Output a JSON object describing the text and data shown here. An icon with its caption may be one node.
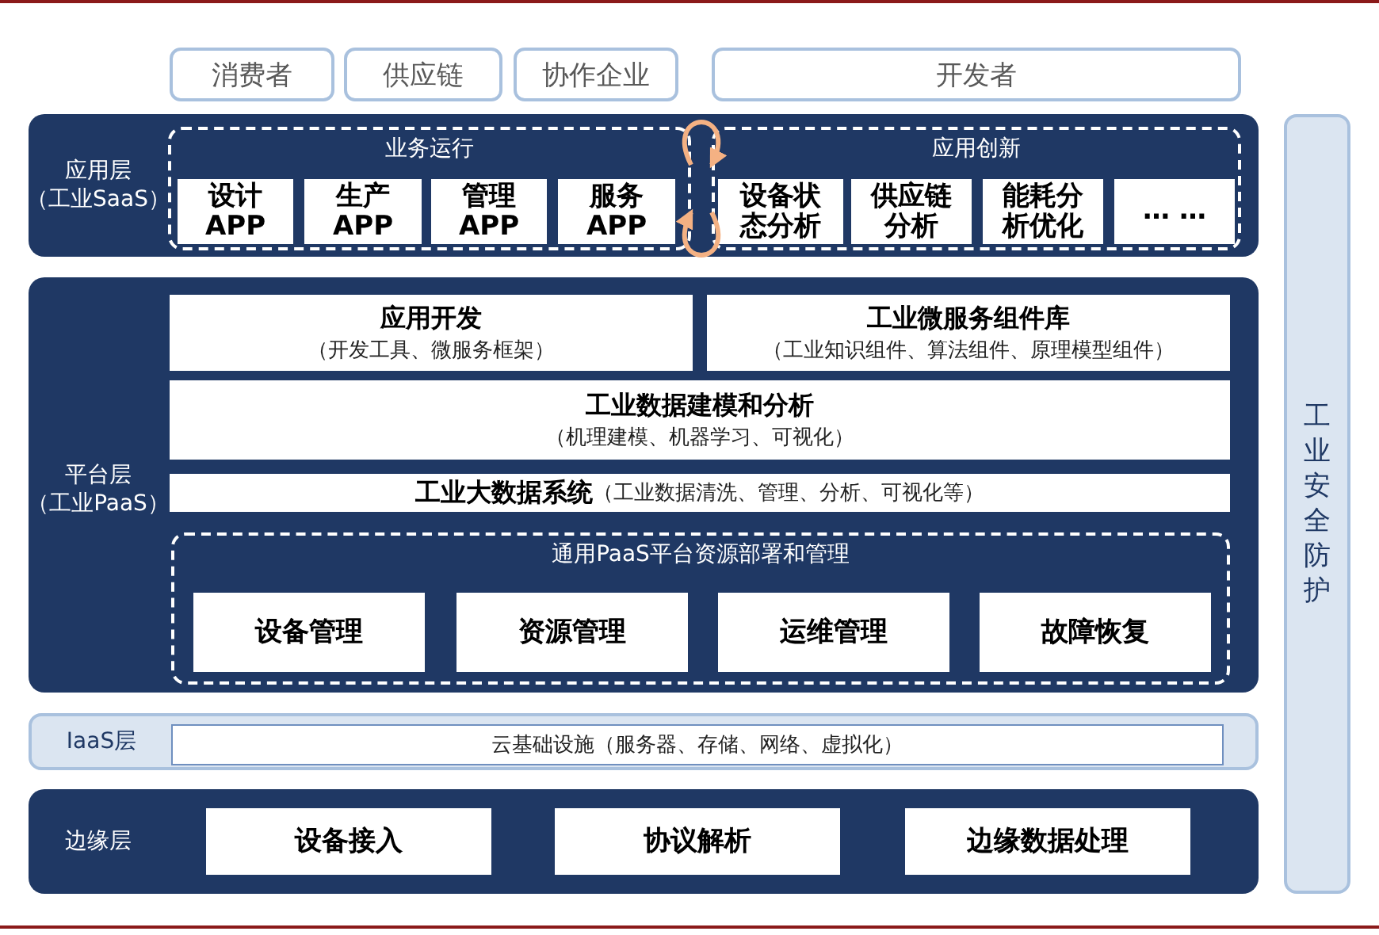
{
  "diagram": {
    "nodes": [
      {
        "text": [
          "消费者"
        ]
      },
      {
        "text": [
          "供应链"
        ]
      },
      {
        "text": [
          "协作企业"
        ]
      },
      {
        "text": [
          "开发者"
        ]
      },
      {
        "text": [
          "应用层",
          "（工业SaaS）"
        ]
      },
      {
        "text": [
          "业务运行"
        ],
        "in": 4
      },
      {
        "text": [
          "设计APP"
        ],
        "in": 5
      },
      {
        "text": [
          "生产APP"
        ],
        "in": 5
      },
      {
        "text": [
          "管理APP"
        ],
        "in": 5
      },
      {
        "text": [
          "服务APP"
        ],
        "in": 5
      },
      {
        "text": [
          "应用创新"
        ],
        "in": 4
      },
      {
        "text": [
          "设备状态分析"
        ],
        "in": 10
      },
      {
        "text": [
          "供应链分析"
        ],
        "in": 10
      },
      {
        "text": [
          "能耗分析优化"
        ],
        "in": 10
      },
      {
        "text": [
          "… …"
        ],
        "in": 10
      },
      {
        "text": [
          "平台层",
          "（工业PaaS）"
        ]
      },
      {
        "text": [
          "应用开发",
          "（开发工具、微服务框架）"
        ],
        "in": 15
      },
      {
        "text": [
          "工业微服务组件库",
          "（工业知识组件、算法组件、原理模型组件）"
        ],
        "in": 15
      },
      {
        "text": [
          "工业数据建模和分析",
          "（机理建模、机器学习、可视化）"
        ],
        "in": 15
      },
      {
        "text": [
          "工业大数据系统",
          "（工业数据清洗、管理、分析、可视化等）"
        ],
        "in": 15
      },
      {
        "text": [
          "通用PaaS平台资源部署和管理"
        ],
        "in": 15
      },
      {
        "text": [
          "设备管理"
        ],
        "in": 20
      },
      {
        "text": [
          "资源管理"
        ],
        "in": 20
      },
      {
        "text": [
          "运维管理"
        ],
        "in": 20
      },
      {
        "text": [
          "故障恢复"
        ],
        "in": 20
      },
      {
        "text": [
          "IaaS层"
        ]
      },
      {
        "text": [
          "云基础设施（服务器、存储、网络、虚拟化）"
        ],
        "in": 25
      },
      {
        "text": [
          "边缘层"
        ]
      },
      {
        "text": [
          "设备接入"
        ],
        "in": 27
      },
      {
        "text": [
          "协议解析"
        ],
        "in": 27
      },
      {
        "text": [
          "边缘数据处理"
        ],
        "in": 27
      },
      {
        "text": [
          "工业安全防护"
        ]
      }
    ],
    "edges": [
      {
        "from": 5,
        "to": 10,
        "arrow": "to"
      },
      {
        "from": 10,
        "to": 5,
        "arrow": "to"
      }
    ]
  }
}
